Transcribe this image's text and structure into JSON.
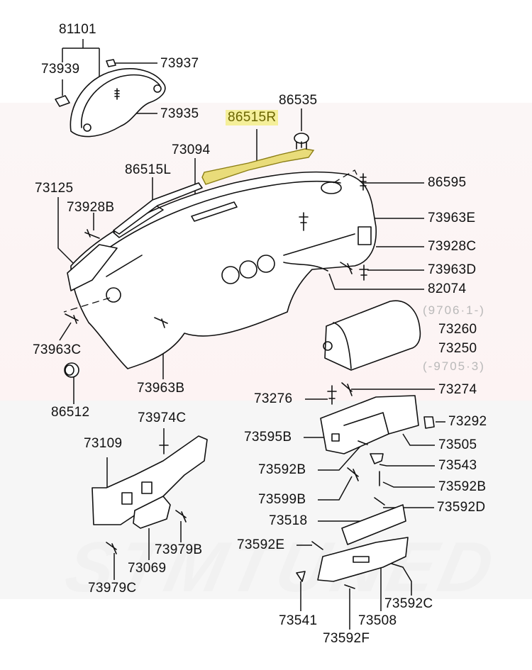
{
  "diagram": {
    "type": "exploded parts diagram",
    "subject": "instrument panel / dashboard assembly",
    "highlight_color": "#f5ef9a",
    "highlighted_part": "86515R",
    "watermark": "STMTUNED",
    "labels": {
      "p81101": "81101",
      "p73939": "73939",
      "p73937": "73937",
      "p73935": "73935",
      "p86535": "86535",
      "p86515R": "86515R",
      "p73094": "73094",
      "p86515L": "86515L",
      "p73125": "73125",
      "p86595": "86595",
      "p73928B": "73928B",
      "p73963E": "73963E",
      "p73928C": "73928C",
      "p73963D": "73963D",
      "p82074": "82074",
      "note_top": "(9706·1-)",
      "p73260": "73260",
      "p73250": "73250",
      "note_bottom": "(-9705·3)",
      "p73963C": "73963C",
      "p73963B": "73963B",
      "p86512": "86512",
      "p73276": "73276",
      "p73274": "73274",
      "p73974C": "73974C",
      "p73292": "73292",
      "p73109": "73109",
      "p73595B": "73595B",
      "p73505": "73505",
      "p73592B_left": "73592B",
      "p73543": "73543",
      "p73599B": "73599B",
      "p73592B_right": "73592B",
      "p73592D": "73592D",
      "p73518": "73518",
      "p73979B": "73979B",
      "p73592E": "73592E",
      "p73069": "73069",
      "p73979C": "73979C",
      "p73592C": "73592C",
      "p73541": "73541",
      "p73508": "73508",
      "p73592F": "73592F"
    }
  }
}
